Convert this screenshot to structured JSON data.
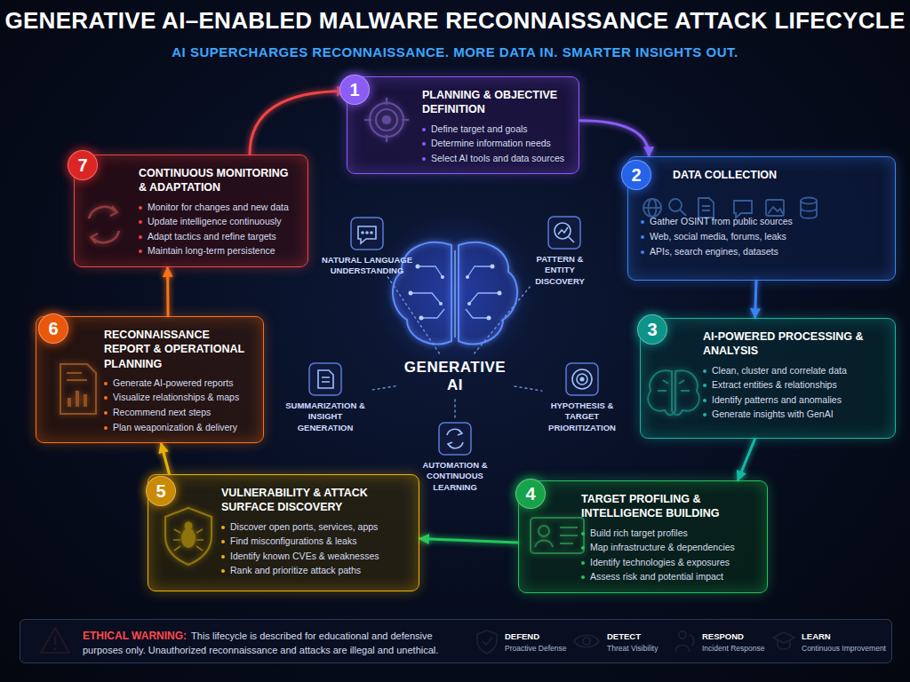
{
  "diagram": {
    "title": "GENERATIVE AI–ENABLED MALWARE RECONNAISSANCE ATTACK LIFECYCLE",
    "nodes": [
      {
        "text": [
          "PLANNING & OBJECTIVE DEFINITION",
          "Define target and goals",
          "Determine information needs",
          "Select AI tools and data sources"
        ]
      },
      {
        "text": [
          "1"
        ],
        "in": 0
      },
      {
        "text": [
          "DATA COLLECTION",
          "Gather OSINT from public sources",
          "Web, social media, forums, leaks",
          "APIs, search engines, datasets"
        ]
      },
      {
        "text": [
          "2"
        ],
        "in": 2
      },
      {
        "text": [
          "AI-POWERED PROCESSING & ANALYSIS",
          "Clean, cluster and correlate data",
          "Extract entities & relationships",
          "Identify patterns and anomalies",
          "Generate insights with GenAI"
        ]
      },
      {
        "text": [
          "3"
        ],
        "in": 4
      },
      {
        "text": [
          "TARGET PROFILING & INTELLIGENCE BUILDING",
          "Build rich target profiles",
          "Map infrastructure & dependencies",
          "Identify technologies & exposures",
          "Assess risk and potential impact"
        ]
      },
      {
        "text": [
          "4"
        ],
        "in": 6
      },
      {
        "text": [
          "VULNERABILITY & ATTACK SURFACE DISCOVERY",
          "Discover open ports, services, apps",
          "Find misconfigurations & leaks",
          "Identify known CVEs & weaknesses",
          "Rank and prioritize attack paths"
        ]
      },
      {
        "text": [
          "5"
        ],
        "in": 8
      },
      {
        "text": [
          "RECONNAISSANCE REPORT & OPERATIONAL PLANNING",
          "Generate AI-powered reports",
          "Visualize relationships & maps",
          "Recommend next steps",
          "Plan weaponization & delivery"
        ]
      },
      {
        "text": [
          "6"
        ],
        "in": 10
      },
      {
        "text": [
          "CONTINUOUS MONITORING & ADAPTATION",
          "Monitor for changes and new data",
          "Update intelligence continuously",
          "Adapt tactics and refine targets",
          "Maintain long-term persistence"
        ]
      },
      {
        "text": [
          "7"
        ],
        "in": 12
      },
      {
        "text": [
          "GENERATIVE AI"
        ]
      },
      {
        "text": [
          "NATURAL LANGUAGE UNDERSTANDING"
        ]
      },
      {
        "text": [
          "PATTERN & ENTITY DISCOVERY"
        ]
      },
      {
        "text": [
          "SUMMARIZATION & INSIGHT GENERATION"
        ]
      },
      {
        "text": [
          "HYPOTHESIS & TARGET PRIORITIZATION"
        ]
      },
      {
        "text": [
          "AUTOMATION & CONTINUOUS LEARNING"
        ]
      },
      {
        "text": [
          "ETHICAL WARNING:",
          "This lifecycle is described for educational and defensive purposes only. Unauthorized reconnaissance and attacks are illegal and unethical."
        ]
      }
    ],
    "edges": [
      {
        "from": 0,
        "to": 2,
        "arrow": "to"
      },
      {
        "from": 2,
        "to": 4,
        "arrow": "to"
      },
      {
        "from": 4,
        "to": 6,
        "arrow": "to"
      },
      {
        "from": 6,
        "to": 8,
        "arrow": "to"
      },
      {
        "from": 8,
        "to": 10,
        "arrow": "to"
      },
      {
        "from": 10,
        "to": 12,
        "arrow": "to"
      },
      {
        "from": 12,
        "to": 0,
        "arrow": "to"
      },
      {
        "from": 14,
        "to": 15,
        "arrow": "none"
      },
      {
        "from": 14,
        "to": 16,
        "arrow": "none"
      },
      {
        "from": 14,
        "to": 17,
        "arrow": "none"
      },
      {
        "from": 14,
        "to": 18,
        "arrow": "none"
      },
      {
        "from": 14,
        "to": 19,
        "arrow": "none"
      }
    ],
    "labels": [
      "AI SUPERCHARGES RECONNAISSANCE. MORE DATA IN. SMARTER INSIGHTS OUT.",
      "DEFEND",
      "Proactive Defense",
      "DETECT",
      "Threat Visibility",
      "RESPOND",
      "Incident Response",
      "LEARN",
      "Continuous Improvement"
    ]
  }
}
